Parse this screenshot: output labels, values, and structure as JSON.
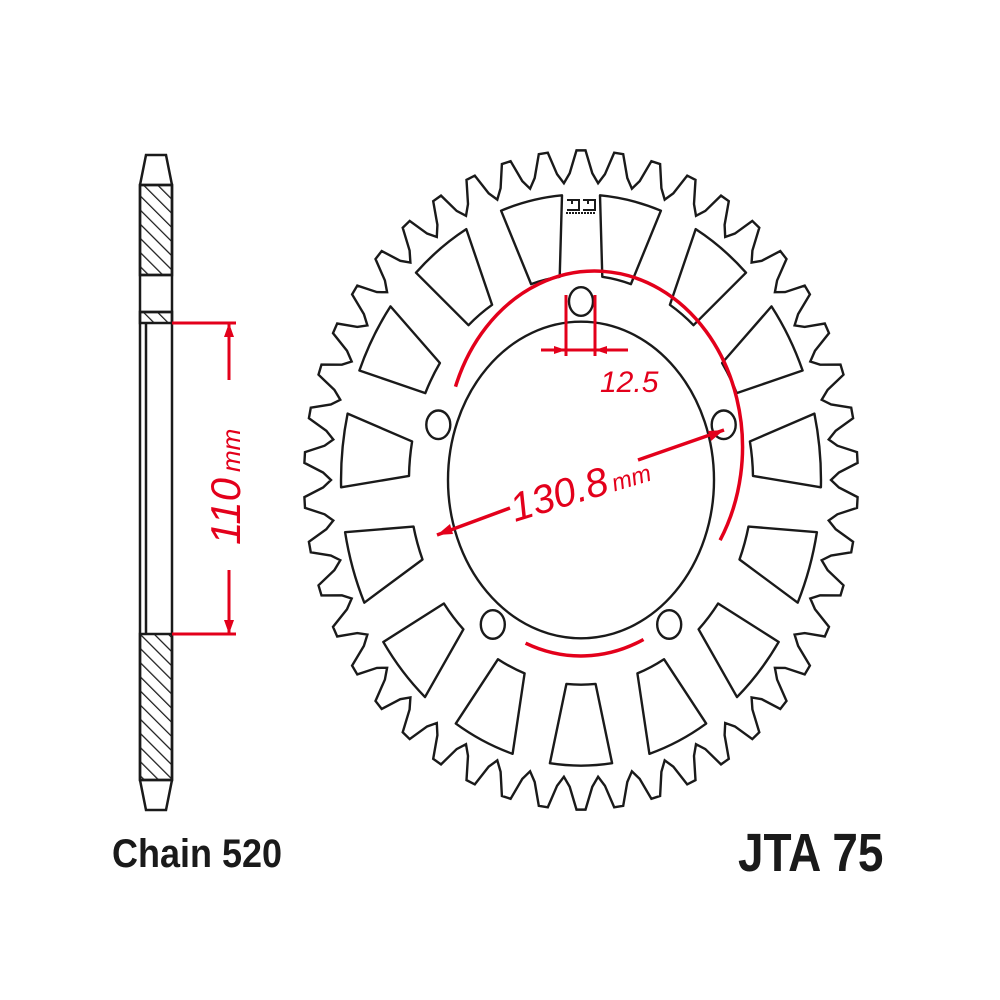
{
  "labels": {
    "chain": "Chain 520",
    "part_number": "JTA 75"
  },
  "dimensions": {
    "hub_width": "110",
    "hub_width_unit": "mm",
    "pcd": "130.8",
    "pcd_unit": "mm",
    "bolt_hole": "12.5"
  },
  "logo": "JT",
  "colors": {
    "outline": "#1a1a1a",
    "dimension": "#e3001b"
  },
  "sprocket": {
    "teeth": 46,
    "bolt_holes": 5,
    "windows": 15
  }
}
